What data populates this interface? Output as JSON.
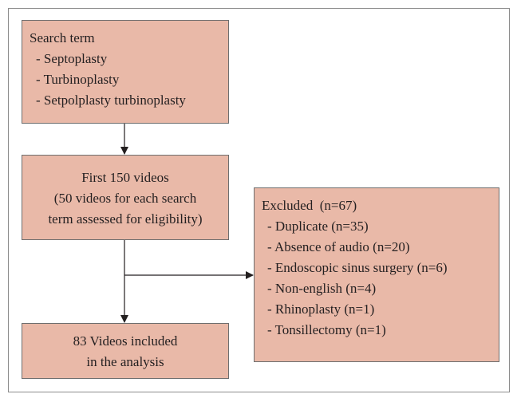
{
  "search": {
    "heading": "Search term",
    "items": [
      "- Septoplasty",
      "- Turbinoplasty",
      "- Setpolplasty turbinoplasty"
    ]
  },
  "first": {
    "lines": [
      "First 150 videos",
      "(50 videos for each search",
      "term assessed for eligibility)"
    ]
  },
  "excluded": {
    "heading": "Excluded  (n=67)",
    "items": [
      "- Duplicate (n=35)",
      "- Absence of audio (n=20)",
      "- Endoscopic sinus surgery (n=6)",
      "- Non-english (n=4)",
      "- Rhinoplasty (n=1)",
      "- Tonsillectomy (n=1)"
    ]
  },
  "included": {
    "lines": [
      "83 Videos included",
      "in the analysis"
    ]
  }
}
